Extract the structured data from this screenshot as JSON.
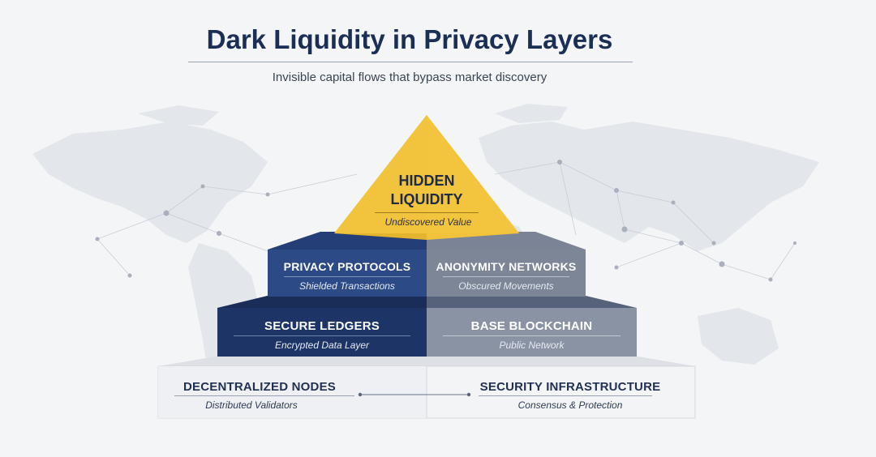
{
  "title": "Dark Liquidity in Privacy Layers",
  "subtitle": "Invisible capital flows that bypass market discovery",
  "peak": {
    "title_line1": "HIDDEN",
    "title_line2": "LIQUIDITY",
    "subtitle": "Undiscovered Value",
    "color": "#f2c23a"
  },
  "tier2": {
    "left": {
      "title": "PRIVACY PROTOCOLS",
      "subtitle": "Shielded Transactions",
      "color": "#2c4a86"
    },
    "right": {
      "title": "ANONYMITY NETWORKS",
      "subtitle": "Obscured Movements",
      "color": "#7d8697"
    }
  },
  "tier3": {
    "left": {
      "title": "SECURE LEDGERS",
      "subtitle": "Encrypted Data Layer",
      "color": "#1d3566"
    },
    "right": {
      "title": "BASE BLOCKCHAIN",
      "subtitle": "Public Network",
      "color": "#8a93a3"
    }
  },
  "tier4": {
    "left": {
      "title": "DECENTRALIZED NODES",
      "subtitle": "Distributed Validators"
    },
    "right": {
      "title": "SECURITY INFRASTRUCTURE",
      "subtitle": "Consensus & Protection"
    },
    "color": "#eef0f3"
  }
}
